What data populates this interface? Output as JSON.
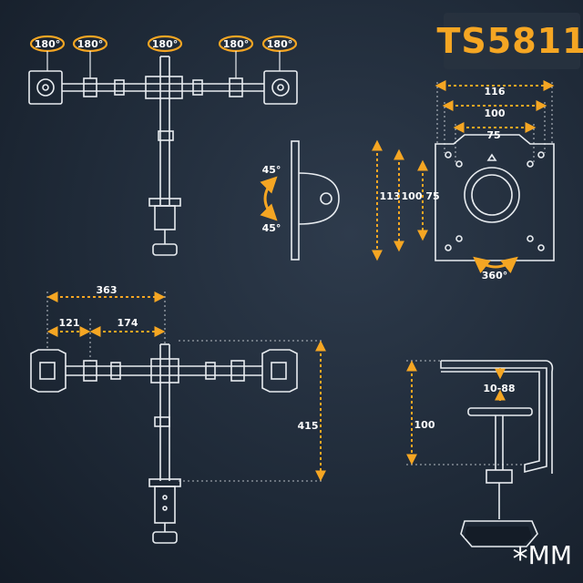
{
  "model": "TS5811",
  "rotations": {
    "arm_swivel": [
      "180°",
      "180°",
      "180°",
      "180°",
      "180°"
    ],
    "tilt_up": "45°",
    "tilt_down": "45°",
    "plate_rotation": "360°"
  },
  "vesa": {
    "horizontal": [
      "116",
      "100",
      "75"
    ],
    "vertical": [
      "113",
      "100",
      "75"
    ]
  },
  "arm_dimensions": {
    "total_reach": "363",
    "inner_span": "121",
    "outer_span": "174",
    "height": "415"
  },
  "clamp": {
    "desk_thickness": "10-88",
    "clamp_depth": "100"
  },
  "unit_label": "MM",
  "unit_mark": "*",
  "colors": {
    "accent": "#f5a623",
    "line": "#e8ecf0",
    "background": "#1f2a38"
  }
}
